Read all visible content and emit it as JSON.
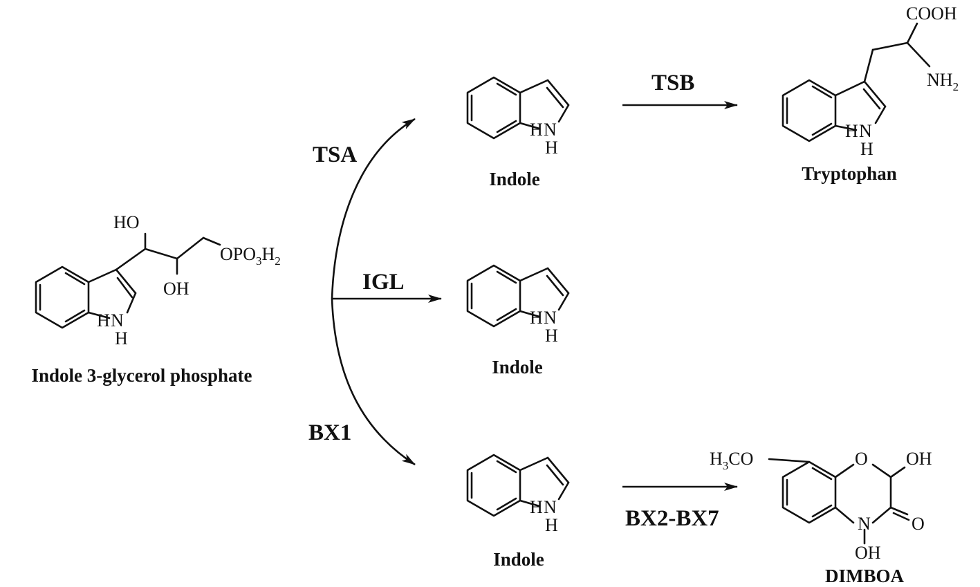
{
  "compounds": {
    "substrate": {
      "name": "Indole 3-glycerol phosphate",
      "labels": {
        "ho_top": "HO",
        "oh_mid": "OH",
        "phosphate_main": "OPO",
        "phosphate_sub": "3",
        "phosphate_h": "H",
        "phosphate_sub2": "2",
        "nh_n": "N",
        "nh_h": "H",
        "h_n": "H"
      }
    },
    "indole_top": {
      "name": "Indole",
      "nh_n": "N",
      "nh_h": "H",
      "h_n": "H"
    },
    "indole_mid": {
      "name": "Indole",
      "nh_n": "N",
      "nh_h": "H",
      "h_n": "H"
    },
    "indole_bot": {
      "name": "Indole",
      "nh_n": "N",
      "nh_h": "H",
      "h_n": "H"
    },
    "tryptophan": {
      "name": "Tryptophan",
      "labels": {
        "cooh": "COOH",
        "nh2_main": "NH",
        "nh2_sub": "2",
        "nh_n": "N",
        "nh_h": "H",
        "h_n": "H"
      }
    },
    "dimboa": {
      "name": "DIMBOA",
      "labels": {
        "h3co_h": "H",
        "h3co_sub": "3",
        "h3co_co": "CO",
        "ring_o": "O",
        "oh_top": "OH",
        "n": "N",
        "carbonyl_o": "O",
        "n_oh": "OH"
      }
    }
  },
  "enzymes": {
    "tsa": "TSA",
    "igl": "IGL",
    "bx1": "BX1",
    "tsb": "TSB",
    "bx2_bx7": "BX2-BX7"
  }
}
